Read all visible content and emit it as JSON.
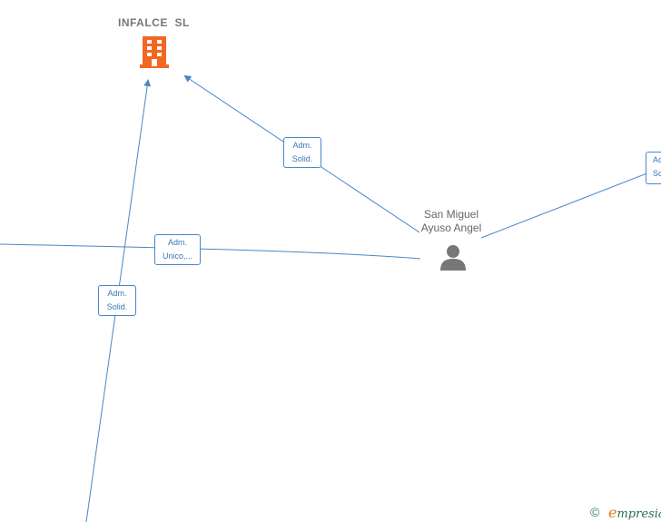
{
  "company": {
    "name": "INFALCE  SL",
    "icon": "building-icon",
    "color": "#f26722"
  },
  "person": {
    "name_line1": "San Miguel",
    "name_line2": "Ayuso Angel",
    "icon": "person-icon",
    "color": "#777777"
  },
  "edges": [
    {
      "id": "adm-solid-top",
      "line1": "Adm.",
      "line2": "Solid."
    },
    {
      "id": "adm-unico",
      "line1": "Adm.",
      "line2": "Unico,..."
    },
    {
      "id": "adm-solid-left",
      "line1": "Adm.",
      "line2": "Solid."
    },
    {
      "id": "adm-right",
      "line1": "Ac",
      "line2": "So"
    }
  ],
  "footer": {
    "copyright": "©",
    "brand_first": "e",
    "brand_rest": "mpresia"
  },
  "colors": {
    "edge": "#4a86c8",
    "label_text": "#3a76b8"
  }
}
